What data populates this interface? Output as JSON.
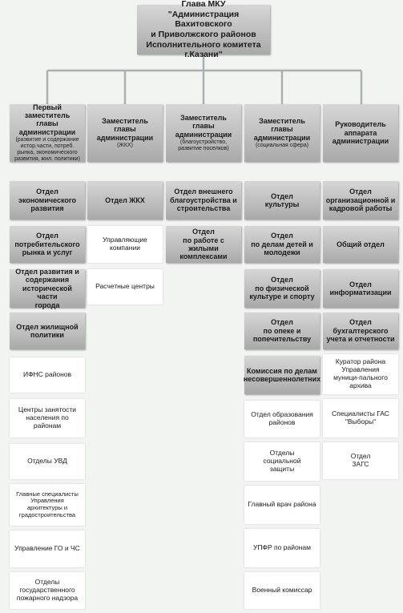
{
  "top": {
    "lines": [
      "Глава МКУ",
      "\"Администрация Вахитовского",
      "и Приволжского районов",
      "Исполнительного комитета",
      "г.Казани\""
    ]
  },
  "columns": [
    {
      "header": {
        "title": [
          "Первый",
          "заместитель",
          "главы",
          "администрации"
        ],
        "sub": "(развитие и содержание истор.части, потреб. рынка, экономического развития, жил. политики)"
      },
      "departments": [
        [
          "Отдел",
          "экономического",
          "развития"
        ],
        [
          "Отдел",
          "потребительского",
          "рынка и услуг"
        ],
        [
          "Отдел развития и",
          "содержания",
          "исторической части",
          "города"
        ],
        [
          "Отдел жилищной",
          "политики"
        ]
      ],
      "units": [
        [
          "ИФНС районов"
        ],
        [
          "Центры занятости",
          "населения по",
          "районам"
        ],
        [
          "Отделы УВД"
        ],
        [
          "Главные специалисты",
          "Управления",
          "архитектуры и",
          "градостроительства"
        ],
        [
          "Управление ГО и ЧС"
        ],
        [
          "Отделы",
          "государственного",
          "пожарного надзора"
        ]
      ]
    },
    {
      "header": {
        "title": [
          "Заместитель",
          "главы",
          "администрации"
        ],
        "sub": "(ЖКХ)"
      },
      "departments": [
        [
          "Отдел ЖКХ"
        ]
      ],
      "units": [
        [
          "Управляющие",
          "компании"
        ],
        [
          "Расчетные центры"
        ]
      ]
    },
    {
      "header": {
        "title": [
          "Заместитель",
          "главы",
          "администрации"
        ],
        "sub": "(благоустройство, развитие поселков)"
      },
      "departments": [
        [
          "Отдел внешнего",
          "благоустройства и",
          "строительства"
        ],
        [
          "Отдел",
          "по работе с жилыми",
          "комплексами"
        ]
      ],
      "units": []
    },
    {
      "header": {
        "title": [
          "Заместитель",
          "главы",
          "администрации"
        ],
        "sub": "(социальная сфера)"
      },
      "departments": [
        [
          "Отдел",
          "культуры"
        ],
        [
          "Отдел",
          "по делам детей и",
          "молодежи"
        ],
        [
          "Отдел",
          "по физической",
          "культуре и спорту"
        ],
        [
          "Отдел",
          "по опеке и",
          "попечительству"
        ],
        [
          "Комиссия по делам",
          "несовершеннолетних"
        ]
      ],
      "units": [
        [
          "Отдел образования",
          "районов"
        ],
        [
          "Отделы",
          "социальной",
          "защиты"
        ],
        [
          "Главный врач района"
        ],
        [
          "УПФР по районам"
        ],
        [
          "Военный комиссар"
        ]
      ]
    },
    {
      "header": {
        "title": [
          "Руководитель",
          "аппарата",
          "администрации"
        ],
        "sub": ""
      },
      "departments": [
        [
          "Отдел",
          "организационной и",
          "кадровой работы"
        ],
        [
          "Общий отдел"
        ],
        [
          "Отдел",
          "информатизации"
        ],
        [
          "Отдел",
          "бухгалтерского",
          "учета и отчетности"
        ]
      ],
      "units": [
        [
          "Куратор района",
          "Управления",
          "муници-пального",
          "архива"
        ],
        [
          "Специалисты ГАС",
          "\"Выборы\""
        ],
        [
          "Отдел",
          "ЗАГС"
        ]
      ]
    }
  ]
}
